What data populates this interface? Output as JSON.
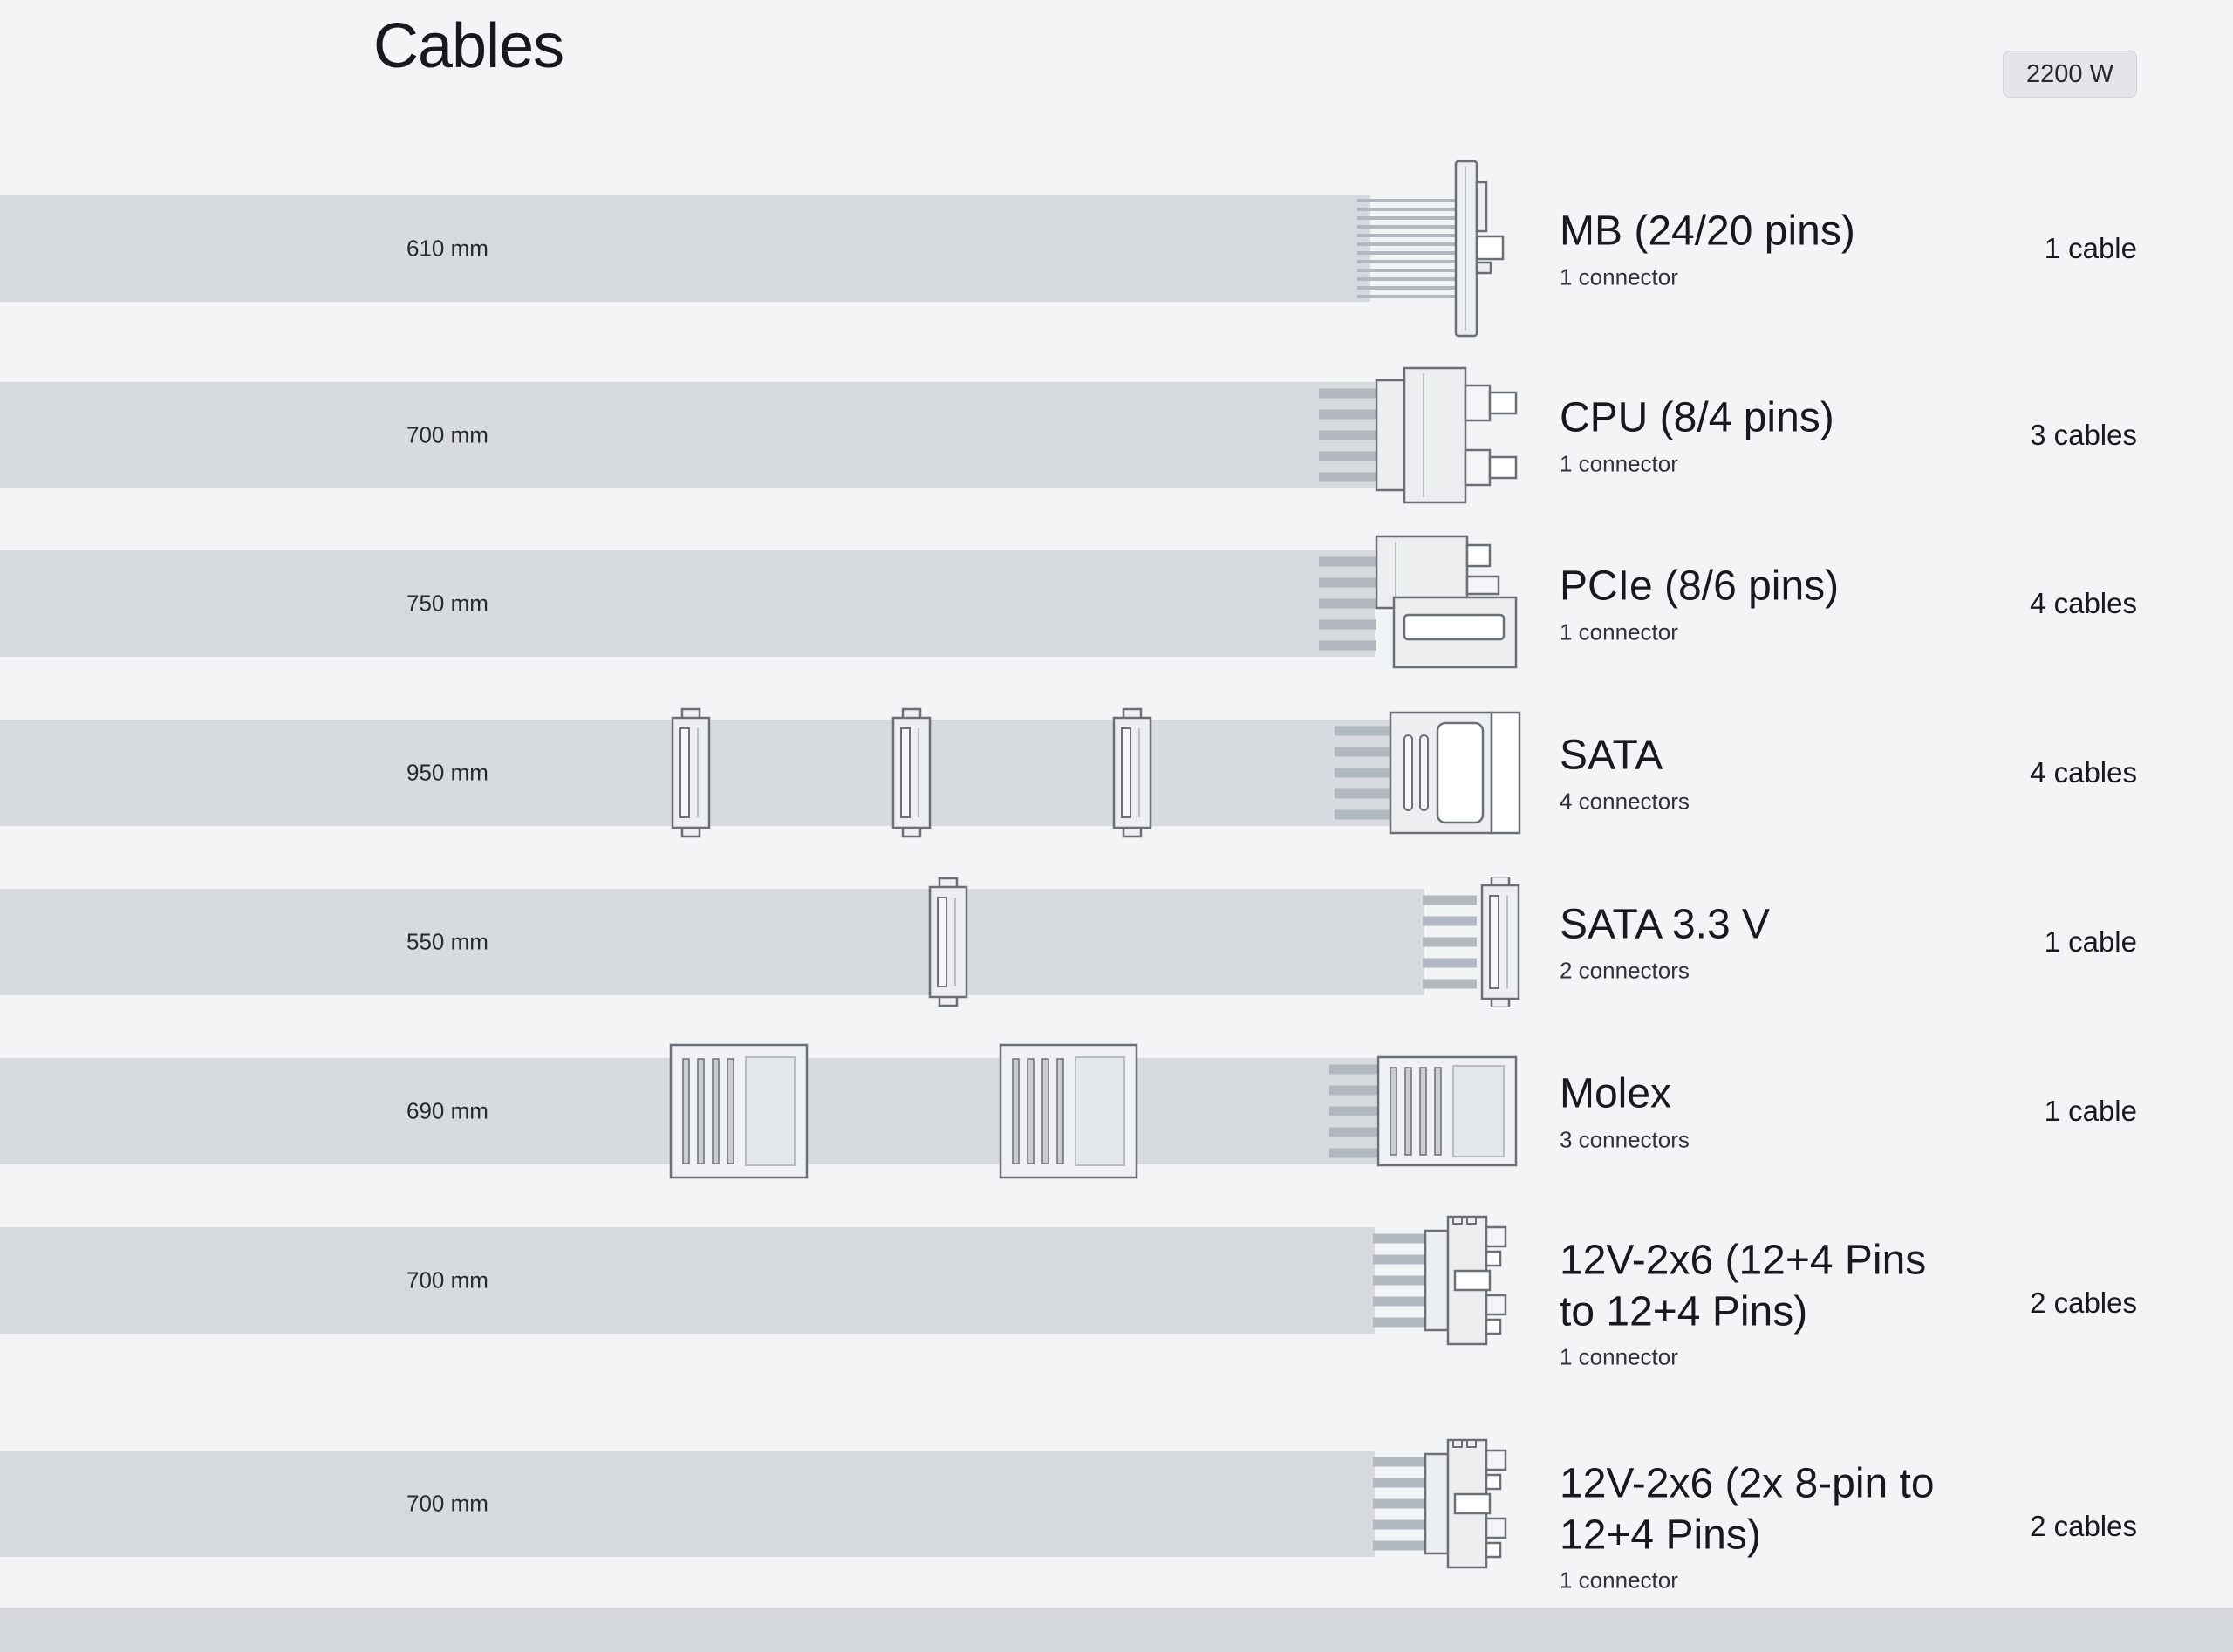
{
  "header": {
    "title": "Cables",
    "wattage": "2200 W"
  },
  "rows": [
    {
      "length": "610 mm",
      "name": "MB (24/20 pins)",
      "connectors": "1 connector",
      "count": "1 cable"
    },
    {
      "length": "700 mm",
      "name": "CPU (8/4 pins)",
      "connectors": "1 connector",
      "count": "3 cables"
    },
    {
      "length": "750 mm",
      "name": "PCIe (8/6 pins)",
      "connectors": "1 connector",
      "count": "4 cables"
    },
    {
      "length": "950 mm",
      "name": "SATA",
      "connectors": "4 connectors",
      "count": "4 cables"
    },
    {
      "length": "550 mm",
      "name": "SATA 3.3 V",
      "connectors": "2 connectors",
      "count": "1 cable"
    },
    {
      "length": "690 mm",
      "name": "Molex",
      "connectors": "3 connectors",
      "count": "1 cable"
    },
    {
      "length": "700 mm",
      "name": "12V-2x6 (12+4 Pins to 12+4 Pins)",
      "connectors": "1 connector",
      "count": "2 cables"
    },
    {
      "length": "700 mm",
      "name": "12V-2x6 (2x 8-pin to 12+4 Pins)",
      "connectors": "1 connector",
      "count": "2 cables"
    }
  ],
  "colors": {
    "background": "#f3f4f6",
    "bar": "#d7dade",
    "wire": "#b2b8bf",
    "text": "#17191c",
    "badge_background": "#e3e5e9"
  }
}
